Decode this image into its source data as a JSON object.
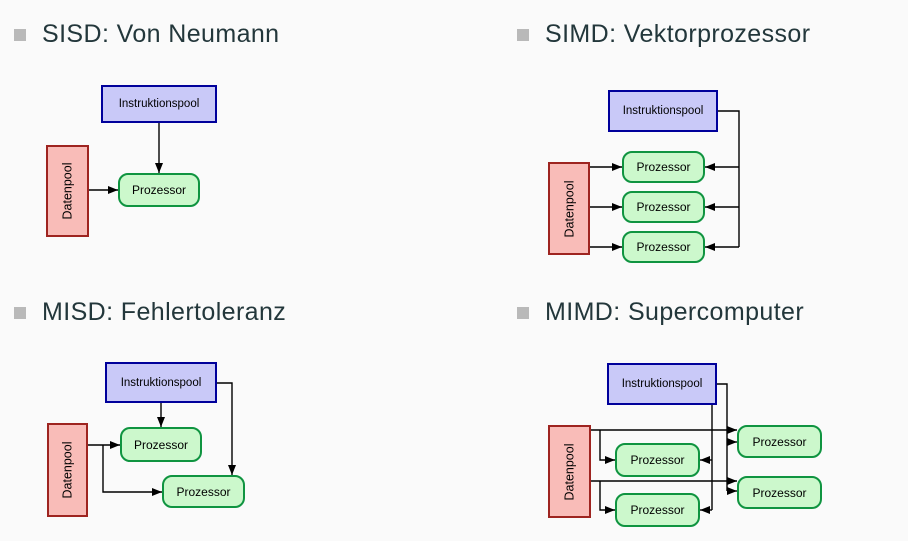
{
  "slide": {
    "sections": [
      {
        "id": "sisd",
        "title": "SISD: Von Neumann"
      },
      {
        "id": "simd",
        "title": "SIMD: Vektorprozessor"
      },
      {
        "id": "misd",
        "title": "MISD: Fehlertoleranz"
      },
      {
        "id": "mimd",
        "title": "MIMD: Supercomputer"
      }
    ]
  },
  "labels": {
    "instruction_pool": "Instruktionspool",
    "data_pool": "Datenpool",
    "processor": "Prozessor"
  },
  "colors": {
    "bg": "#fafafa",
    "heading": "#23373b",
    "bullet": "#b9b9b9",
    "instr_fill": "#c9c9f8",
    "instr_border": "#00009b",
    "daten_fill": "#f9bcb8",
    "daten_border": "#9e2420",
    "proz_fill": "#ccf8cc",
    "proz_border": "#0f9440",
    "arrow": "#000000"
  }
}
